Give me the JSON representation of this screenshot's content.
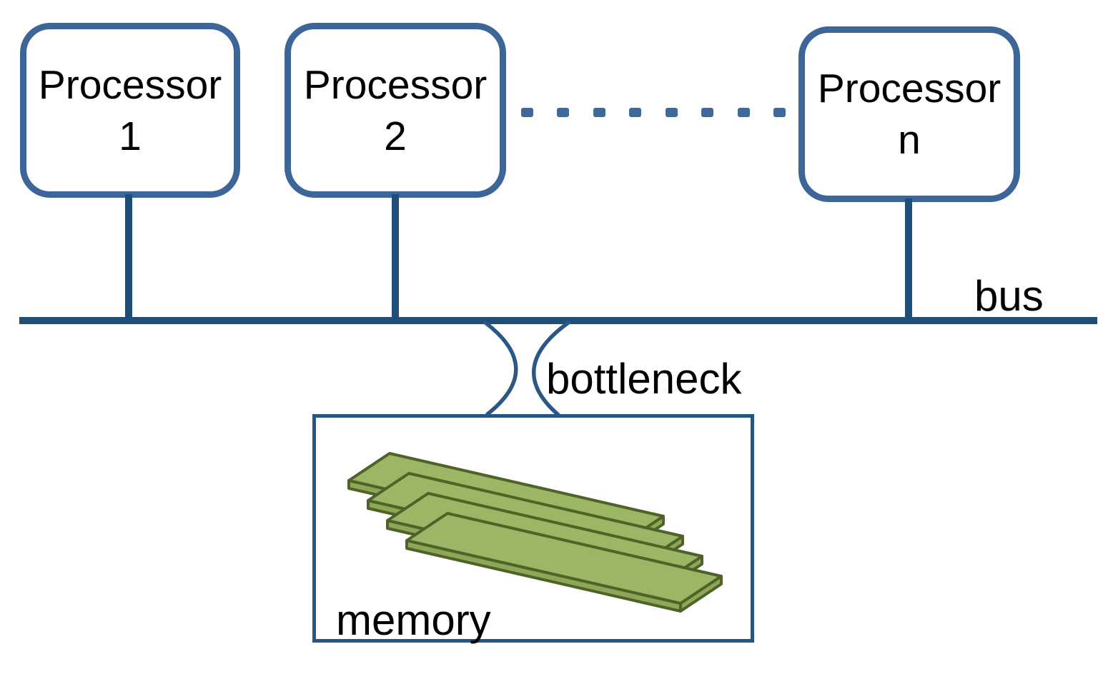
{
  "diagram": {
    "processors": [
      {
        "line1": "Processor",
        "line2": "1"
      },
      {
        "line1": "Processor",
        "line2": "2"
      },
      {
        "line1": "Processor",
        "line2": "n"
      }
    ],
    "ellipsis_dash_count": 8,
    "bus_label": "bus",
    "bottleneck_label": "bottleneck",
    "memory": {
      "label": "memory",
      "module_count": 4
    }
  },
  "colors": {
    "box_border": "#3C6697",
    "line": "#1F4E79",
    "dash": "#3E6A9B",
    "arc": "#2B5784",
    "memory_border": "#255581",
    "slab_fill": "#9BB665",
    "slab_side": "#8CA757",
    "slab_stroke": "#4F6228",
    "text": "#000000",
    "background": "#FFFFFF"
  }
}
